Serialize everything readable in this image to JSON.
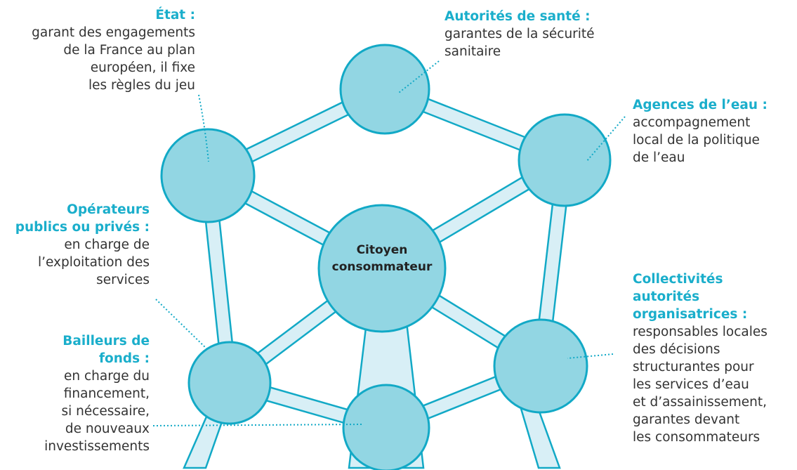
{
  "colors": {
    "accent": "#1aaecb",
    "node_fill": "#92d6e3",
    "node_stroke": "#12a9c6",
    "tube_fill": "#d8eff6",
    "text": "#333333"
  },
  "center": {
    "line1": "Citoyen",
    "line2": "consommateur"
  },
  "actors": {
    "etat": {
      "title": "État :",
      "desc": [
        "garant des engagements",
        "de la France au plan",
        "européen, il fixe",
        "les règles du jeu"
      ]
    },
    "sante": {
      "title": "Autorités de santé :",
      "desc": [
        "garantes de la sécurité",
        "sanitaire"
      ]
    },
    "agences": {
      "title": "Agences de l’eau :",
      "desc": [
        "accompagnement",
        "local de la politique",
        "de l’eau"
      ]
    },
    "operateurs": {
      "title": [
        "Opérateurs",
        "publics ou privés :"
      ],
      "desc": [
        "en charge de",
        "l’exploitation des",
        "services"
      ]
    },
    "bailleurs": {
      "title": [
        "Bailleurs de",
        "fonds :"
      ],
      "desc": [
        "en charge du",
        "financement,",
        "si nécessaire,",
        "de nouveaux",
        "investissements"
      ]
    },
    "collectivites": {
      "title": [
        "Collectivités",
        "autorités",
        "organisatrices :"
      ],
      "desc": [
        "responsables locales",
        "des décisions",
        "structurantes pour",
        "les services d’eau",
        "et d’assainissement,",
        "garantes devant",
        "les consommateurs"
      ]
    }
  }
}
